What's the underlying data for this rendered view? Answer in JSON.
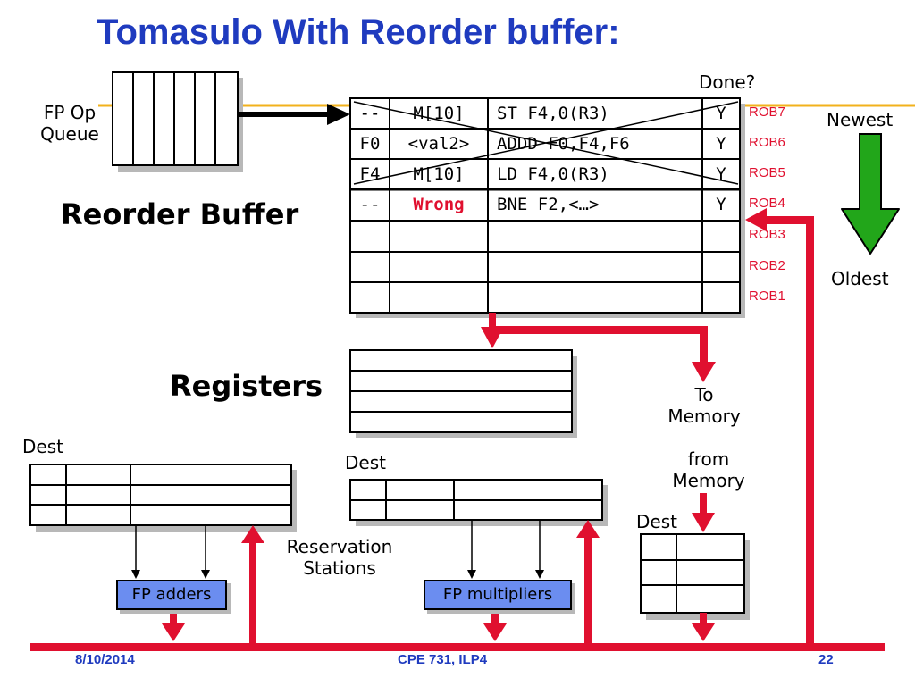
{
  "title": "Tomasulo With Reorder buffer:",
  "labels": {
    "fp_op_queue_line1": "FP Op",
    "fp_op_queue_line2": "Queue",
    "reorder_buffer": "Reorder Buffer",
    "registers": "Registers",
    "done": "Done?",
    "newest": "Newest",
    "oldest": "Oldest",
    "to_memory_line1": "To",
    "to_memory_line2": "Memory",
    "from_memory_line1": "from",
    "from_memory_line2": "Memory",
    "dest_left": "Dest",
    "dest_mid": "Dest",
    "dest_right": "Dest",
    "reservation_line1": "Reservation",
    "reservation_line2": "Stations",
    "fp_adders": "FP adders",
    "fp_multipliers": "FP multipliers"
  },
  "rob_rows": [
    {
      "id": "ROB7",
      "dest": "--",
      "value": "M[10]",
      "instr": "ST F4,0(R3)",
      "done": "Y",
      "crossed": true,
      "value_wrong": false
    },
    {
      "id": "ROB6",
      "dest": "F0",
      "value": "<val2>",
      "instr": "ADDD F0,F4,F6",
      "done": "Y",
      "crossed": true,
      "value_wrong": false
    },
    {
      "id": "ROB5",
      "dest": "F4",
      "value": "M[10]",
      "instr": "LD F4,0(R3)",
      "done": "Y",
      "crossed": true,
      "value_wrong": false
    },
    {
      "id": "ROB4",
      "dest": "--",
      "value": "Wrong",
      "instr": "BNE F2,<…>",
      "done": "Y",
      "crossed": false,
      "value_wrong": true
    },
    {
      "id": "ROB3",
      "dest": "",
      "value": "",
      "instr": "",
      "done": "",
      "crossed": false,
      "value_wrong": false
    },
    {
      "id": "ROB2",
      "dest": "",
      "value": "",
      "instr": "",
      "done": "",
      "crossed": false,
      "value_wrong": false
    },
    {
      "id": "ROB1",
      "dest": "",
      "value": "",
      "instr": "",
      "done": "",
      "crossed": false,
      "value_wrong": false
    }
  ],
  "footer": {
    "date": "8/10/2014",
    "course": "CPE 731, ILP4",
    "page": "22"
  },
  "colors": {
    "title": "#1f3bbf",
    "bus_red": "#e0102f",
    "rob_label": "#e0102f",
    "unit_fill": "#6b8df0",
    "arrow_green": "#22a61a",
    "queue_line": "#f2b21c"
  }
}
